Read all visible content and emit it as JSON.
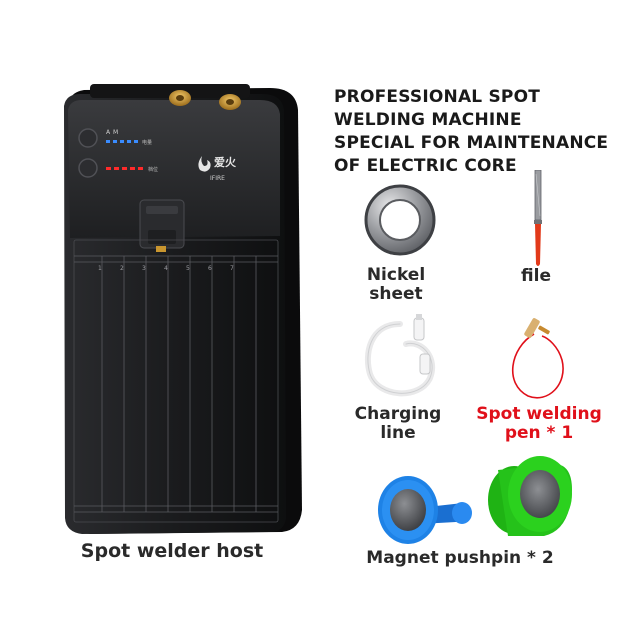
{
  "headline": [
    "PROFESSIONAL SPOT",
    "WELDING MACHINE",
    "SPECIAL FOR MAINTENANCE",
    "OF ELECTRIC CORE"
  ],
  "device": {
    "brand_cn": "爱火",
    "brand_en": "IFIRE",
    "label_battery": "电量",
    "label_gear": "档位",
    "button_a": "A",
    "button_m": "M",
    "ruler_numbers": [
      "1",
      "2",
      "3",
      "4",
      "5",
      "6",
      "7"
    ]
  },
  "captions": {
    "host": "Spot welder host",
    "nickel_line1": "Nickel",
    "nickel_line2": "sheet",
    "file": "file",
    "charging_line1": "Charging",
    "charging_line2": "line",
    "pen_line1": "Spot welding",
    "pen_line2": "pen * 1",
    "magnet": "Magnet pushpin * 2"
  },
  "colors": {
    "accent_red": "#e0101a",
    "device_body": "#1c1c1e",
    "magnet_blue": "#1e82e6",
    "magnet_green": "#2bd11e",
    "brass": "#c9962f"
  }
}
